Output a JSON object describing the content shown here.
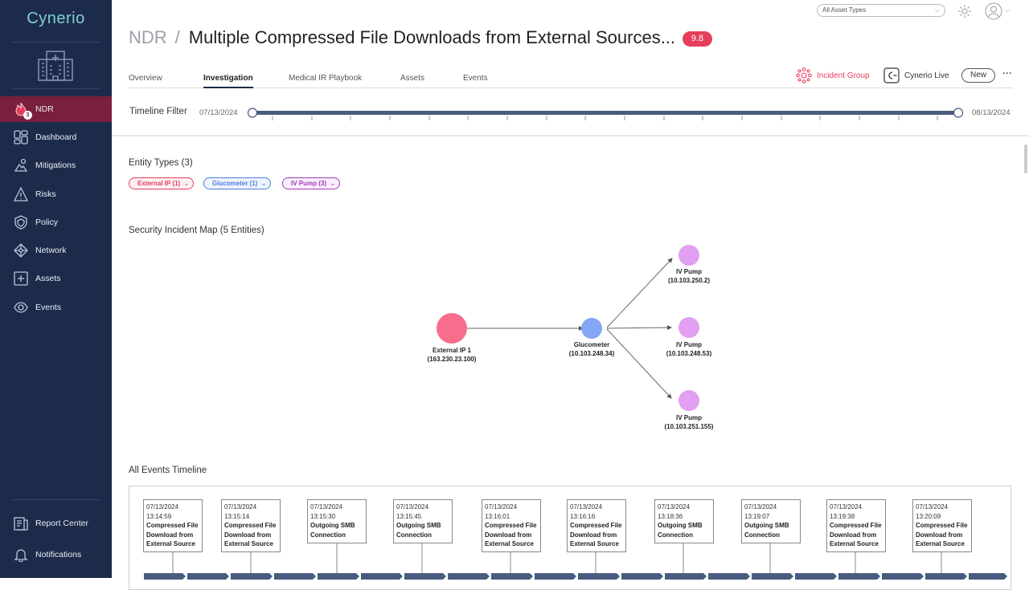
{
  "brand": "Cynerio",
  "sidebar": {
    "items": [
      {
        "label": "NDR",
        "badge": "3",
        "icon": "ndr-icon"
      },
      {
        "label": "Dashboard",
        "icon": "dashboard-icon"
      },
      {
        "label": "Mitigations",
        "icon": "mitigations-icon"
      },
      {
        "label": "Risks",
        "icon": "risks-icon"
      },
      {
        "label": "Policy",
        "icon": "policy-icon"
      },
      {
        "label": "Network",
        "icon": "network-icon"
      },
      {
        "label": "Assets",
        "icon": "assets-icon"
      },
      {
        "label": "Events",
        "icon": "events-icon"
      }
    ],
    "bottom": [
      {
        "label": "Report Center",
        "icon": "report-icon"
      },
      {
        "label": "Notifications",
        "icon": "bell-icon"
      }
    ]
  },
  "topbar": {
    "asset_filter": "All Asset Types"
  },
  "header": {
    "breadcrumb": "NDR",
    "separator": "/",
    "title": "Multiple Compressed File Downloads from External Sources...",
    "score": "9.8"
  },
  "tabs": [
    "Overview",
    "Investigation",
    "Medical IR Playbook",
    "Assets",
    "Events"
  ],
  "actions": {
    "incident_group": "Incident Group",
    "cynerio_live": "Cynerio Live",
    "new": "New",
    "more": "···"
  },
  "timeline_filter": {
    "label": "Timeline Filter",
    "start": "07/13/2024",
    "end": "08/13/2024"
  },
  "entity_types": {
    "title": "Entity Types (3)",
    "chips": [
      {
        "label": "External IP (1)",
        "color": "#e63e5c"
      },
      {
        "label": "Glucometer (1)",
        "color": "#4d7fe0"
      },
      {
        "label": "IV Pump (3)",
        "color": "#a33bb8"
      }
    ]
  },
  "map": {
    "title": "Security Incident Map (5 Entities)",
    "nodes": [
      {
        "name": "External IP 1",
        "ip": "(163.230.23.100)",
        "color": "#f76d8b"
      },
      {
        "name": "Glucometer",
        "ip": "(10.103.248.34)",
        "color": "#84a6f5"
      },
      {
        "name": "IV Pump",
        "ip": "(10.103.250.2)",
        "color": "#e1a0f2"
      },
      {
        "name": "IV Pump",
        "ip": "(10.103.248.53)",
        "color": "#e1a0f2"
      },
      {
        "name": "IV Pump",
        "ip": "(10.103.251.155)",
        "color": "#e1a0f2"
      }
    ]
  },
  "events_timeline": {
    "title": "All Events Timeline",
    "events": [
      {
        "date": "07/13/2024",
        "time": "13:14:59",
        "name": "Compressed File Download from External Source"
      },
      {
        "date": "07/13/2024",
        "time": "13:15:14",
        "name": "Compressed File Download from External Source"
      },
      {
        "date": "07/13/2024",
        "time": "13:15:30",
        "name": "Outgoing SMB Connection"
      },
      {
        "date": "07/13/2024",
        "time": "13:15:45",
        "name": "Outgoing SMB Connection"
      },
      {
        "date": "07/13/2024",
        "time": "13:16:01",
        "name": "Compressed File Download from External Source"
      },
      {
        "date": "07/13/2024",
        "time": "13:16:16",
        "name": "Compressed File Download from External Source"
      },
      {
        "date": "07/13/2024",
        "time": "13:18:36",
        "name": "Outgoing SMB Connection"
      },
      {
        "date": "07/13/2024",
        "time": "13:19:07",
        "name": "Outgoing SMB Connection"
      },
      {
        "date": "07/13/2024",
        "time": "13:19:38",
        "name": "Compressed File Download from External Source"
      },
      {
        "date": "07/13/2024",
        "time": "13:20:09",
        "name": "Compressed File Download from External Source"
      }
    ]
  }
}
